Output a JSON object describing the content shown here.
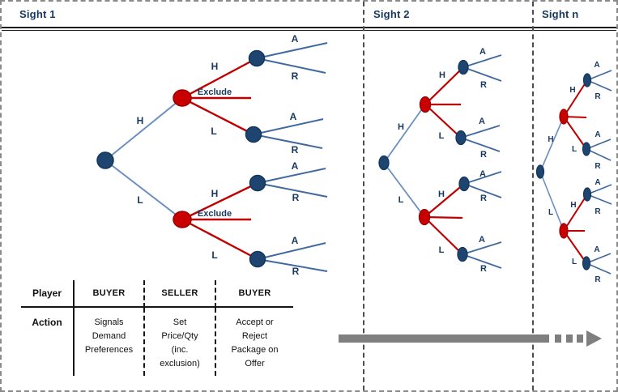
{
  "panels": {
    "panel1_title": "Sight 1",
    "panel2_title": "Sight 2",
    "panel3_title": "Sight n"
  },
  "tree_labels": {
    "high": "H",
    "low": "L",
    "accept": "A",
    "reject": "R",
    "exclude": "Exclude"
  },
  "tree_structure": {
    "stage1_buyer_signals": [
      "H",
      "L"
    ],
    "stage2_seller_actions": [
      "H",
      "L",
      "Exclude"
    ],
    "stage3_buyer_responses": [
      "A",
      "R"
    ]
  },
  "table": {
    "row1_header": "Player",
    "row1_cells": [
      "BUYER",
      "SELLER",
      "BUYER"
    ],
    "row2_header": "Action",
    "row2_cells": [
      "Signals\nDemand\nPreferences",
      "Set\nPrice/Qty\n(inc.\nexclusion)",
      "Accept or\nReject\nPackage on\nOffer"
    ]
  },
  "colors": {
    "buyer_node_blue": "#1E4470",
    "seller_node_red": "#C80000",
    "stem_line_blue": "#6B8FC0",
    "branch_line_blue": "#41699F",
    "red_line": "#C00000",
    "label_navy": "#17375E",
    "arrow_gray": "#7F7F7F"
  }
}
